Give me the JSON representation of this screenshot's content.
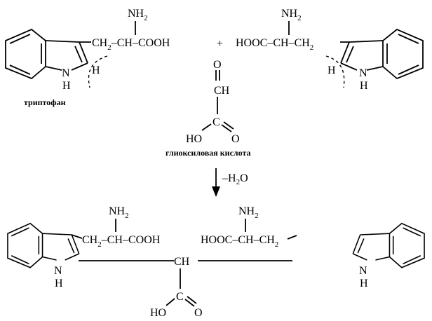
{
  "reactants": {
    "tryptophan_left": {
      "nh2": "NH",
      "nh2_sub": "2",
      "chain_a": "CH",
      "chain_sub": "2",
      "chain_b": "–CH–COOH",
      "n": "N",
      "nh": "H",
      "h": "H",
      "name": "триптофан"
    },
    "plus": "+",
    "tryptophan_right": {
      "nh2": "NH",
      "nh2_sub": "2",
      "chain_a": "HOOC–CH–CH",
      "chain_sub": "2",
      "n": "N",
      "nh": "H",
      "h": "H"
    },
    "glyoxylic_acid": {
      "o_top": "O",
      "ch": "CH",
      "c": "C",
      "ho": "HO",
      "o": "O",
      "name": "глиоксиловая кислота"
    }
  },
  "arrow": {
    "label": "–H",
    "label_sub": "2",
    "label_end": "O"
  },
  "product": {
    "left": {
      "nh2": "NH",
      "nh2_sub": "2",
      "chain_a": "CH",
      "chain_sub": "2",
      "chain_b": "–CH–COOH",
      "n": "N",
      "nh": "H"
    },
    "right": {
      "nh2": "NH",
      "nh2_sub": "2",
      "chain_a": "HOOC–CH–CH",
      "chain_sub": "2",
      "n": "N",
      "nh": "H"
    },
    "center": {
      "ch": "CH",
      "c": "C",
      "ho": "HO",
      "o": "O"
    }
  }
}
